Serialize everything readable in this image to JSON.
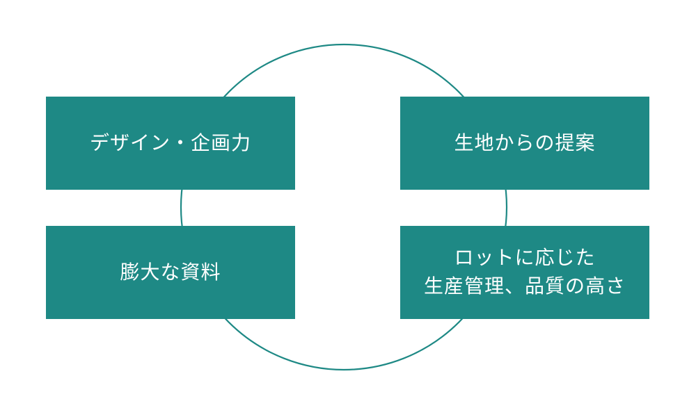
{
  "colors": {
    "box_fill": "#1e8985",
    "ring_stroke": "#1e8985",
    "text": "#ffffff",
    "background": "#ffffff"
  },
  "diagram": {
    "top_left": {
      "lines": [
        "デザイン・企画力"
      ]
    },
    "top_right": {
      "lines": [
        "生地からの提案"
      ]
    },
    "bottom_left": {
      "lines": [
        "膨大な資料"
      ]
    },
    "bottom_right": {
      "lines": [
        "ロットに応じた",
        "生産管理、品質の高さ"
      ]
    }
  }
}
